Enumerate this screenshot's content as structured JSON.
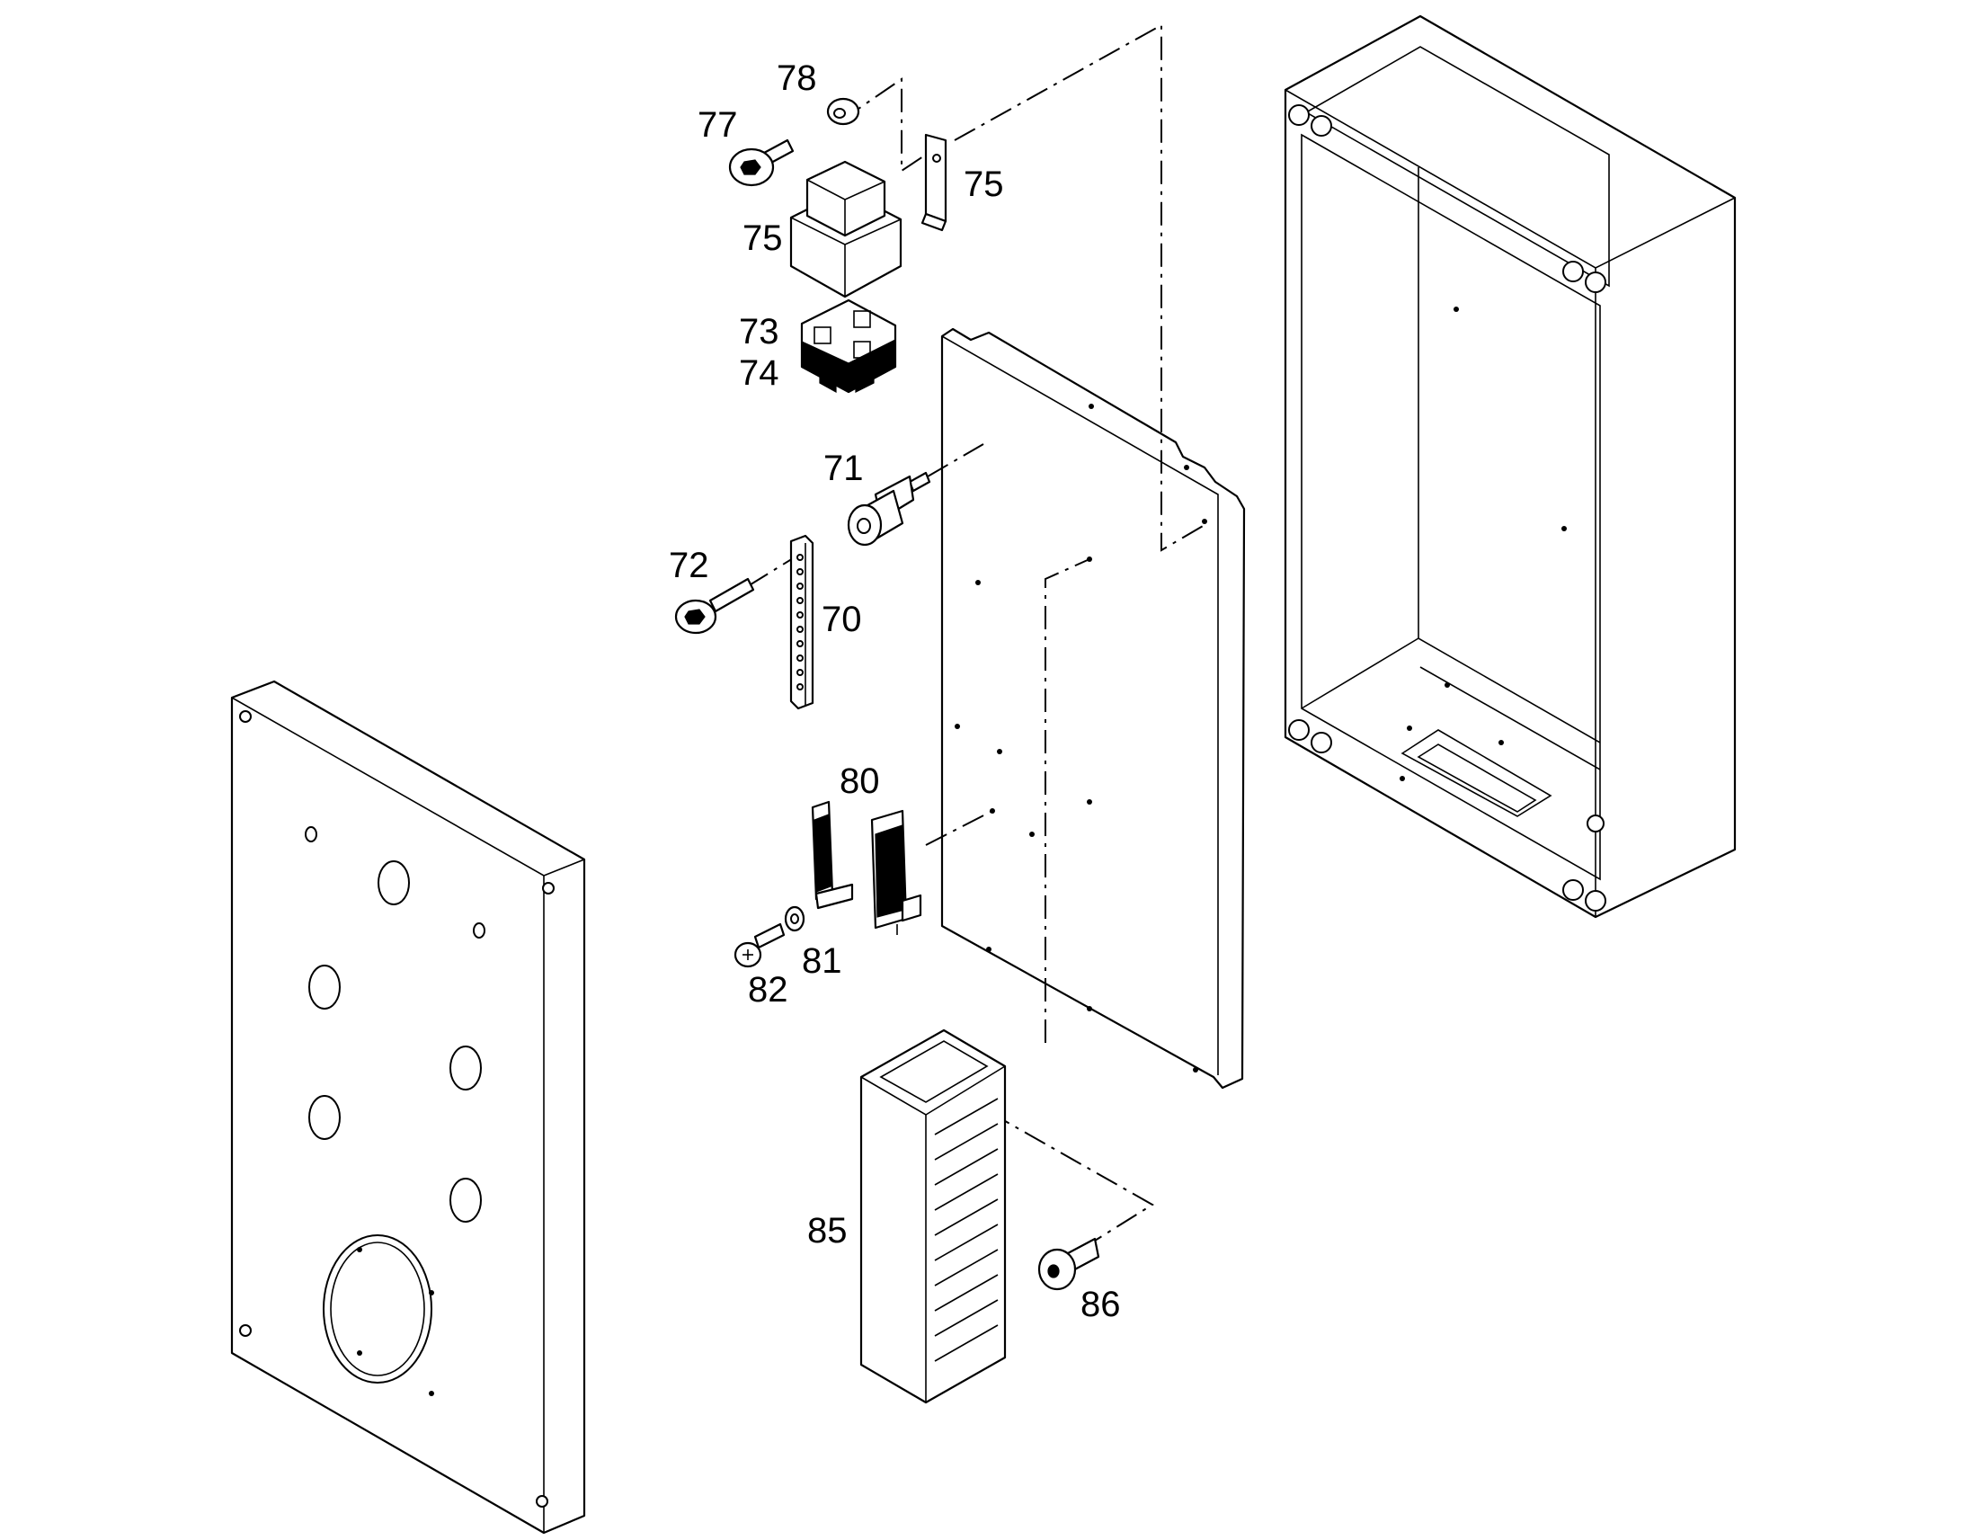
{
  "callouts": [
    {
      "id": "p78",
      "label": "78"
    },
    {
      "id": "p77",
      "label": "77"
    },
    {
      "id": "p75a",
      "label": "75"
    },
    {
      "id": "p75b",
      "label": "75"
    },
    {
      "id": "p73",
      "label": "73"
    },
    {
      "id": "p74",
      "label": "74"
    },
    {
      "id": "p71",
      "label": "71"
    },
    {
      "id": "p72",
      "label": "72"
    },
    {
      "id": "p70",
      "label": "70"
    },
    {
      "id": "p80",
      "label": "80"
    },
    {
      "id": "p81",
      "label": "81"
    },
    {
      "id": "p82",
      "label": "82"
    },
    {
      "id": "p85",
      "label": "85"
    },
    {
      "id": "p86",
      "label": "86"
    }
  ]
}
